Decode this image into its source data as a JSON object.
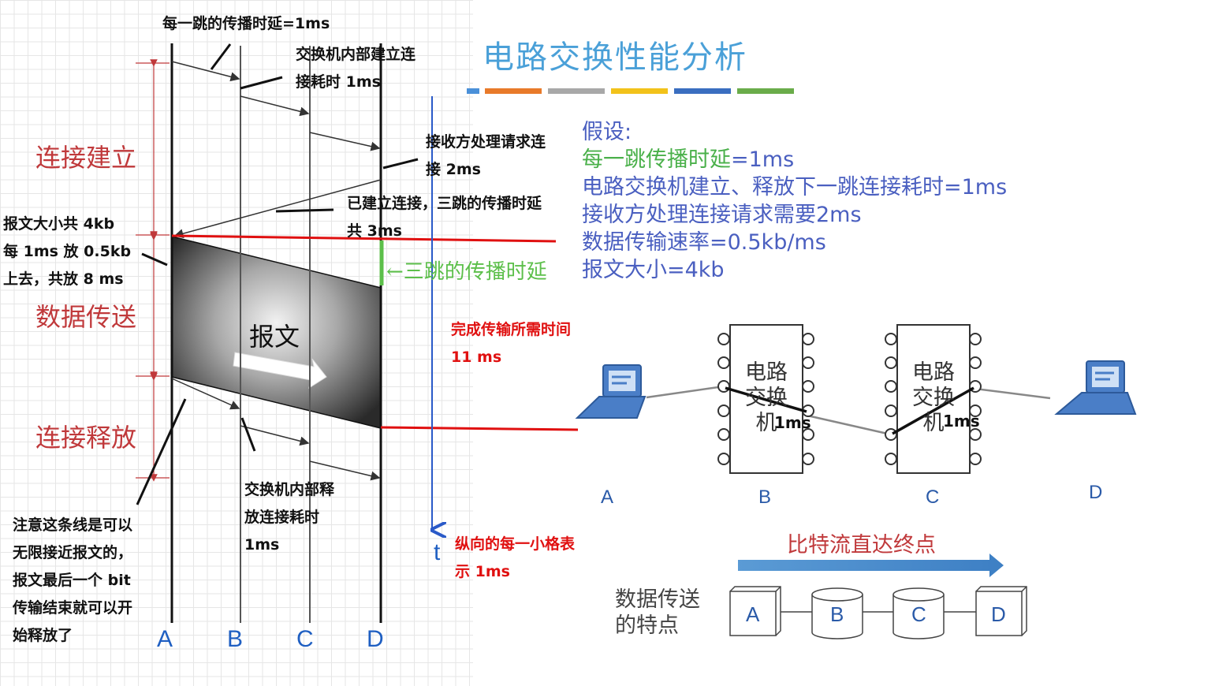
{
  "title": "电路交换性能分析",
  "color_bar": [
    "#4a90d9",
    "#e87a2a",
    "#a8a8a8",
    "#f2c21a",
    "#3a6ec0",
    "#6aac4a"
  ],
  "phases": {
    "setup": "连接建立",
    "transfer": "数据传送",
    "release": "连接释放"
  },
  "axis_nodes": [
    "A",
    "B",
    "C",
    "D"
  ],
  "time_axis_label": "t",
  "message_label": "报文",
  "annotations": {
    "hop_delay": "每一跳的传播时延=1ms",
    "switch_setup_1": "交换机内部建立连",
    "switch_setup_2": "接耗时 1ms",
    "receiver_1": "接收方处理请求连",
    "receiver_2": "接 2ms",
    "established_1": "已建立连接，三跳的传播时延",
    "established_2": "共 3ms",
    "size_1": "报文大小共 4kb",
    "size_2": "每 1ms 放 0.5kb",
    "size_3": "上去，共放 8 ms",
    "three_hop": "←三跳的传播时延",
    "total_1": "完成传输所需时间",
    "total_2": "11 ms",
    "release_1": "交换机内部释",
    "release_2": "放连接耗时",
    "release_3": "1ms",
    "note_1": "注意这条线是可以",
    "note_2": "无限接近报文的，",
    "note_3": "报文最后一个 bit",
    "note_4": "传输结束就可以开",
    "note_5": "始释放了",
    "grid_1": "纵向的每一小格表",
    "grid_2": "示 1ms"
  },
  "assumptions": {
    "heading": "假设:",
    "items": [
      {
        "label": "每一跳传播时延",
        "value": "=1ms"
      },
      {
        "label": "电路交换机建立、释放下一跳连接耗时",
        "value": "=1ms"
      },
      {
        "label": "接收方处理连接请求需要",
        "value": "2ms"
      },
      {
        "label": "数据传输速率",
        "value": "=0.5kb/ms"
      },
      {
        "label": "报文大小",
        "value": "=4kb"
      }
    ]
  },
  "network": {
    "nodes": [
      "A",
      "B",
      "C",
      "D"
    ],
    "switch_label": [
      "电路",
      "交换",
      "机"
    ],
    "switch_delay": "1ms"
  },
  "bitstream": {
    "arrow_label": "比特流直达终点",
    "caption_1": "数据传送",
    "caption_2": "的特点",
    "boxes": [
      "A",
      "B",
      "C",
      "D"
    ]
  }
}
